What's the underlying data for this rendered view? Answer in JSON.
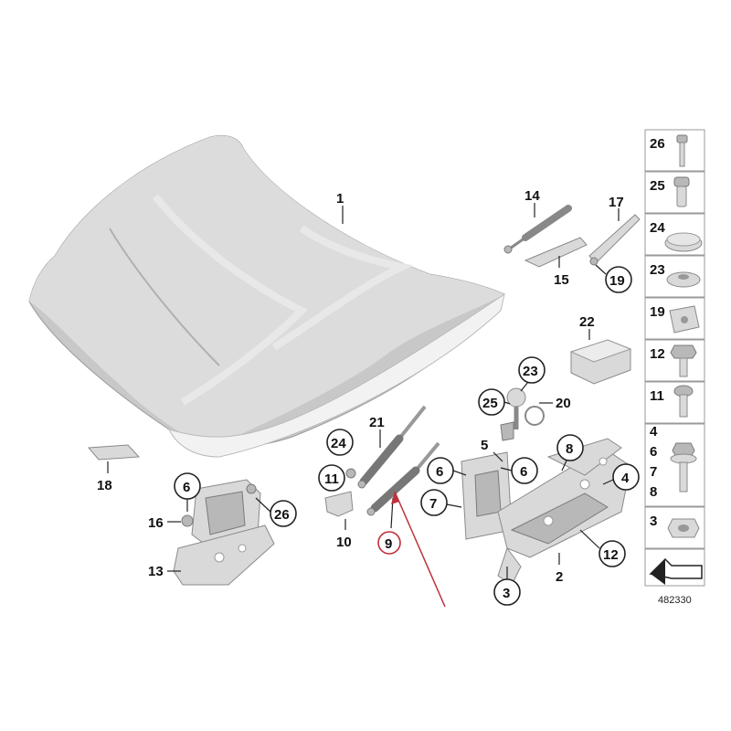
{
  "parts": {
    "hood": "1",
    "hinge": "2",
    "nut_3": "3",
    "screw_4": "4",
    "bolt_5": "5",
    "clip_6": "6",
    "screw_7": "7",
    "screw_8": "8",
    "gas_strut_9": "9",
    "bracket_10": "10",
    "bolt_11": "11",
    "bolt_12": "12",
    "holder_13": "13",
    "strut_14": "14",
    "rod_15": "15",
    "clip_16": "16",
    "rod_17": "17",
    "pad_18": "18",
    "clip_19": "19",
    "spring_20": "20",
    "gas_strut_21": "21",
    "box_22": "22",
    "cap_23": "23",
    "cap_24": "24",
    "pin_25": "25",
    "screw_26": "26"
  },
  "legend": {
    "rows": [
      {
        "label": "26",
        "icon": "bolt-icon"
      },
      {
        "label": "25",
        "icon": "pin-icon"
      },
      {
        "label": "24",
        "icon": "cap-icon"
      },
      {
        "label": "23",
        "icon": "washer-icon"
      },
      {
        "label": "19",
        "icon": "clip-icon"
      },
      {
        "label": "12",
        "icon": "hex-bolt-icon"
      },
      {
        "label": "11",
        "icon": "torx-bolt-icon"
      },
      {
        "label": "4\n6\n7\n8",
        "icon": "flange-screw-icon"
      },
      {
        "label": "3",
        "icon": "nut-icon"
      }
    ],
    "row_label_4": "4",
    "row_label_6": "6",
    "row_label_7": "7",
    "row_label_8": "8"
  },
  "diagram_code": "482330",
  "colors": {
    "highlight": "#c0303a",
    "part_fill": "#d9d9d9",
    "outline": "#8a8a8a"
  }
}
